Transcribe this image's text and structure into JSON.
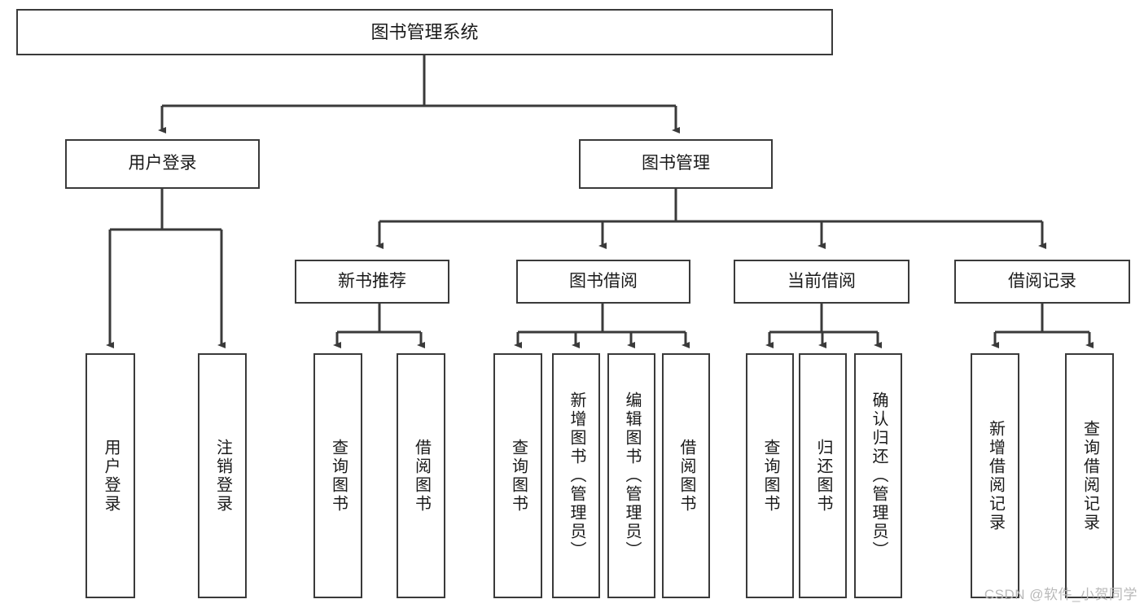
{
  "diagram": {
    "title": "图书管理系统",
    "type": "tree-hierarchy-diagram",
    "stroke_color": "#3a3a3a",
    "fill_color": "#ffffff",
    "text_color": "#1a1a1a"
  },
  "root": {
    "label": "图书管理系统"
  },
  "level2": [
    {
      "label": "用户登录"
    },
    {
      "label": "图书管理"
    }
  ],
  "level3": [
    {
      "label": "新书推荐"
    },
    {
      "label": "图书借阅"
    },
    {
      "label": "当前借阅"
    },
    {
      "label": "借阅记录"
    }
  ],
  "leaves": {
    "user_login": [
      {
        "label": "用户登录"
      },
      {
        "label": "注销登录"
      }
    ],
    "new_book_recommend": [
      {
        "label": "查询图书"
      },
      {
        "label": "借阅图书"
      }
    ],
    "book_borrow": [
      {
        "label": "查询图书"
      },
      {
        "label": "新增图书（管理员）"
      },
      {
        "label": "编辑图书（管理员）"
      },
      {
        "label": "借阅图书"
      }
    ],
    "current_borrow": [
      {
        "label": "查询图书"
      },
      {
        "label": "归还图书"
      },
      {
        "label": "确认归还（管理员）"
      }
    ],
    "borrow_record": [
      {
        "label": "新增借阅记录"
      },
      {
        "label": "查询借阅记录"
      }
    ]
  },
  "watermark": {
    "text": "CSDN @软件_小贺同学"
  }
}
